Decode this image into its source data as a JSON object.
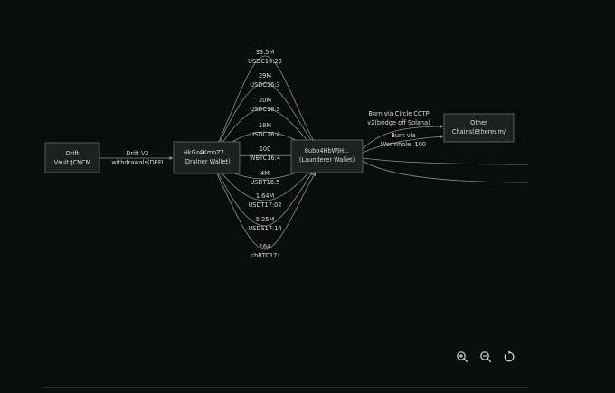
{
  "nodes": {
    "drift_vault": [
      "Drift",
      "Vault:JCNCM"
    ],
    "drainer": [
      "HkGz4KmoZ7...",
      "(Drainer Wallet)"
    ],
    "launderer": [
      "8ubo4HbWJH...",
      "(Launderer Wallet)"
    ],
    "other_chains": [
      "Other",
      "Chains(Ethereum/"
    ]
  },
  "edge_labels": {
    "drift_withdrawals": [
      "Drift V2",
      "withdrawals(DEFI"
    ],
    "usdc_33_5m": [
      "33.5M",
      "USDC16:23"
    ],
    "usdc_29m": [
      "29M",
      "USDC16:3"
    ],
    "usdc_20m": [
      "20M",
      "USDC16:3"
    ],
    "usdc_18m": [
      "18M",
      "USDC16:4"
    ],
    "wbtc_100": [
      "100",
      "WBTC16:4"
    ],
    "usdt_4m": [
      "4M",
      "USDT16:5"
    ],
    "usdt_1_64m": [
      "1.64M",
      "USDT17:02"
    ],
    "usds_5_25m": [
      "5.25M",
      "USDS17:14"
    ],
    "cbbtc_164": [
      "164",
      "cbBTC17:"
    ],
    "circle_cctp": [
      "Burn via Circle CCTP",
      "v2(bridge off Solana)"
    ],
    "wormhole": [
      "Burn via",
      "Wormhole: 100"
    ]
  },
  "toolbar": {
    "zoom_in_icon": "zoom-in-icon",
    "zoom_out_icon": "zoom-out-icon",
    "reset_icon": "reset-icon"
  },
  "colors": {
    "background": "#0b0c0c",
    "node_fill": "#1d2120",
    "node_stroke": "#6c716e",
    "edge": "#8d918e",
    "text": "#d9dcd9"
  }
}
